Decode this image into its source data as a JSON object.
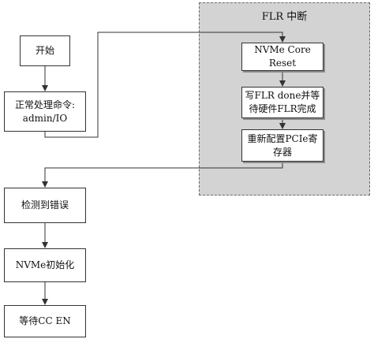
{
  "diagram": {
    "region": {
      "title": "FLR 中断"
    },
    "nodes": {
      "start": [
        "开始"
      ],
      "normal": [
        "正常处理命令:",
        "admin/IO"
      ],
      "nvme_reset": [
        "NVMe Core Reset"
      ],
      "flr_done": [
        "写FLR done并等",
        "待硬件FLR完成"
      ],
      "reconfig": [
        "重新配置PCIe寄",
        "存器"
      ],
      "detect": [
        "检测到错误"
      ],
      "nvme_init": [
        "NVMe初始化"
      ],
      "wait_cc": [
        "等待CC EN"
      ]
    }
  },
  "colors": {
    "region_fill": "#d3d3d3",
    "region_border": "#6a6a6a",
    "node_border": "#333333",
    "node_shadow": "#8a8a8a",
    "line": "#333333"
  }
}
